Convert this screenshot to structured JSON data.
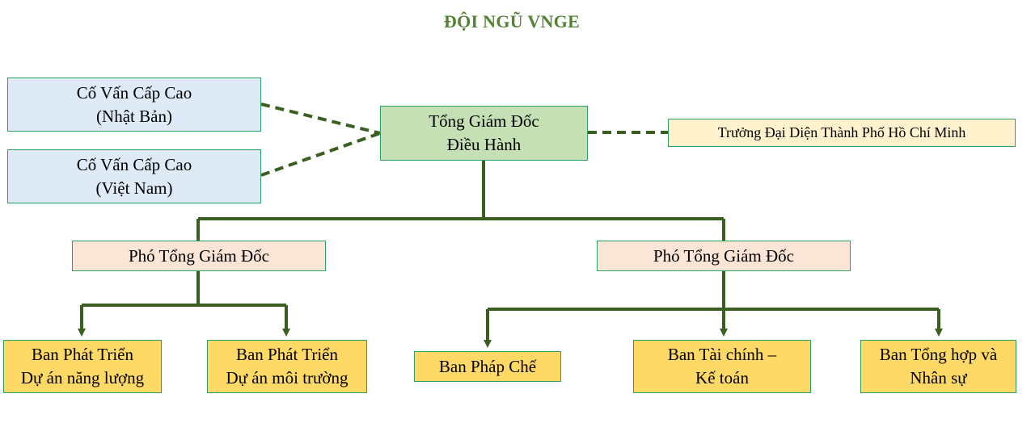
{
  "title": "ĐỘI NGŨ VNGE",
  "colors": {
    "title": "#548235",
    "connector": "#3a5f21",
    "border": "#2e9e62",
    "advisor_fill": "#deebf7",
    "ceo_fill": "#c5e0b4",
    "rep_fill": "#fff2cc",
    "deputy_fill": "#fbe5d6",
    "dept_fill": "#ffd966"
  },
  "nodes": {
    "advisor_japan": {
      "line1": "Cố Vấn Cấp Cao",
      "line2": "(Nhật Bản)"
    },
    "advisor_vietnam": {
      "line1": "Cố Vấn Cấp Cao",
      "line2": "(Việt Nam)"
    },
    "ceo": {
      "line1": "Tổng Giám Đốc",
      "line2": "Điều Hành"
    },
    "hcmc_rep": {
      "label": "Trưởng Đại Diện Thành Phố Hồ Chí Minh"
    },
    "deputy_left": {
      "label": "Phó Tổng Giám Đốc"
    },
    "deputy_right": {
      "label": "Phó Tổng Giám Đốc"
    },
    "dept_energy": {
      "line1": "Ban Phát Triển",
      "line2": "Dự án năng lượng"
    },
    "dept_environment": {
      "line1": "Ban Phát Triển",
      "line2": "Dự án môi trường"
    },
    "dept_legal": {
      "label": "Ban Pháp Chế"
    },
    "dept_finance": {
      "line1": "Ban Tài chính –",
      "line2": "Kế toán"
    },
    "dept_admin_hr": {
      "line1": "Ban Tổng hợp và",
      "line2": "Nhân sự"
    }
  }
}
